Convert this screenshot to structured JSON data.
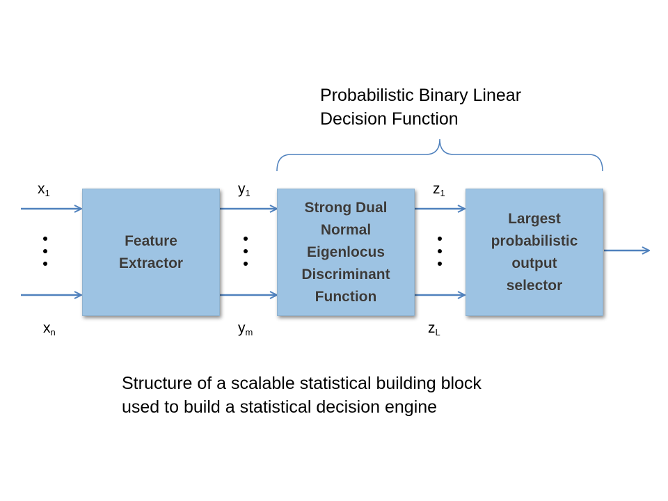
{
  "colors": {
    "block_fill": "#9dc3e3",
    "arrow": "#4f81bd",
    "brace": "#4f81bd"
  },
  "function_title": {
    "line1": "Probabilistic Binary Linear",
    "line2": "Decision Function"
  },
  "blocks": {
    "feature_extractor": {
      "line1": "Feature",
      "line2": "Extractor"
    },
    "discriminant": {
      "line1": "Strong Dual",
      "line2": "Normal",
      "line3": "Eigenlocus",
      "line4": "Discriminant",
      "line5": "Function"
    },
    "selector": {
      "line1": "Largest",
      "line2": "probabilistic",
      "line3": "output",
      "line4": "selector"
    }
  },
  "signals": {
    "x_first": {
      "base": "x",
      "sub": "1"
    },
    "x_last": {
      "base": "x",
      "sub": "n"
    },
    "y_first": {
      "base": "y",
      "sub": "1"
    },
    "y_last": {
      "base": "y",
      "sub": "m"
    },
    "z_first": {
      "base": "z",
      "sub": "1"
    },
    "z_last": {
      "base": "z",
      "sub": "L"
    }
  },
  "caption": {
    "line1": "Structure of a scalable statistical building block",
    "line2": "used to build a statistical decision engine"
  }
}
